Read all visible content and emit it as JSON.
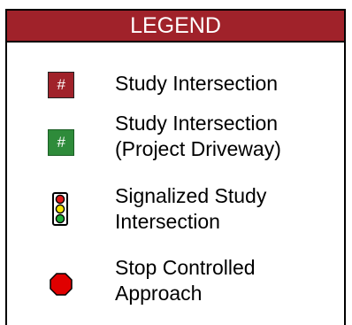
{
  "legend": {
    "title": "LEGEND",
    "items": [
      {
        "symbol_text": "#",
        "label_lines": [
          "Study Intersection"
        ],
        "color": "#a0222a"
      },
      {
        "symbol_text": "#",
        "label_lines": [
          "Study Intersection",
          "(Project Driveway)"
        ],
        "color": "#2e8b3a"
      },
      {
        "symbol_icon": "traffic-signal-icon",
        "label_lines": [
          "Signalized Study",
          "Intersection"
        ]
      },
      {
        "symbol_icon": "stop-sign-icon",
        "label_lines": [
          "Stop Controlled",
          "Approach"
        ],
        "color": "#e00000"
      }
    ]
  }
}
